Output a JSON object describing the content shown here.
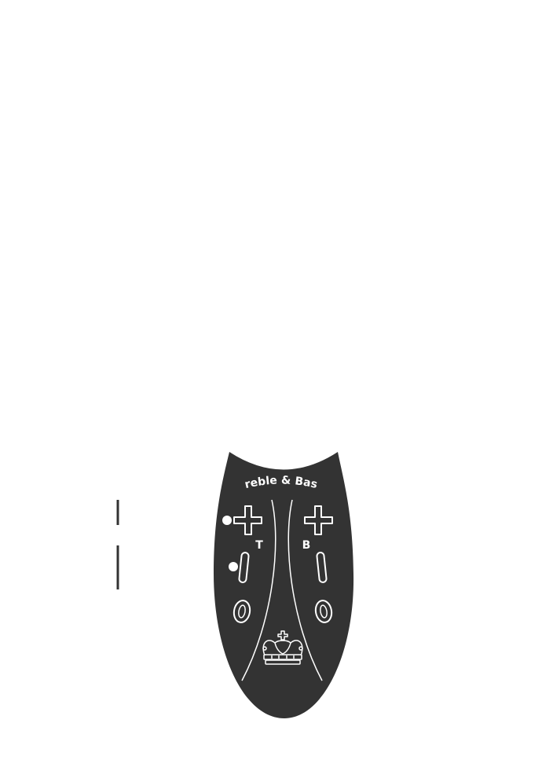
{
  "panel": {
    "title": "Treble & Bass",
    "background_color": "#333333",
    "foreground_color": "#ffffff"
  },
  "channels": {
    "treble": {
      "letter": "T",
      "buttons": [
        "plus-icon",
        "minus-icon",
        "power-icon"
      ]
    },
    "bass": {
      "letter": "B",
      "buttons": [
        "plus-icon",
        "minus-icon",
        "power-icon"
      ]
    }
  },
  "emblem": "crown-icon",
  "callouts": {
    "color": "#333333"
  }
}
